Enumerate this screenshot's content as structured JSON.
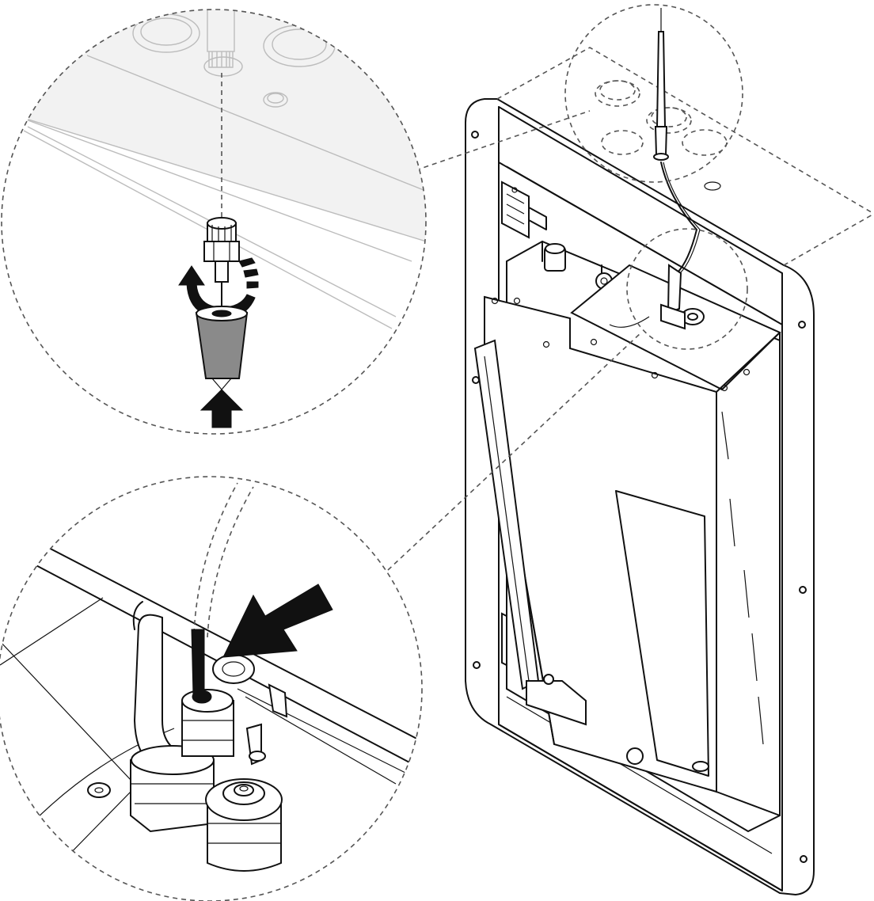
{
  "figure": {
    "type": "installation-illustration",
    "steps": [
      {
        "id": "antenna-attach",
        "action": "screw-antenna-connector-clockwise",
        "arrow": "up"
      },
      {
        "id": "cable-gland",
        "action": "route-antenna-cable-through-gland",
        "arrow": "diagonal-pointer"
      }
    ],
    "icons": [
      "antenna-icon",
      "rotation-arrow-icon",
      "up-arrow-icon",
      "pointer-arrow-icon",
      "cable-gland-icon",
      "screw-hole-icon"
    ],
    "colors": {
      "line": "#111111",
      "dash": "#555555",
      "faint": "#bcbcbc",
      "background": "#ffffff",
      "sleeve": "#8a8a8a"
    }
  }
}
